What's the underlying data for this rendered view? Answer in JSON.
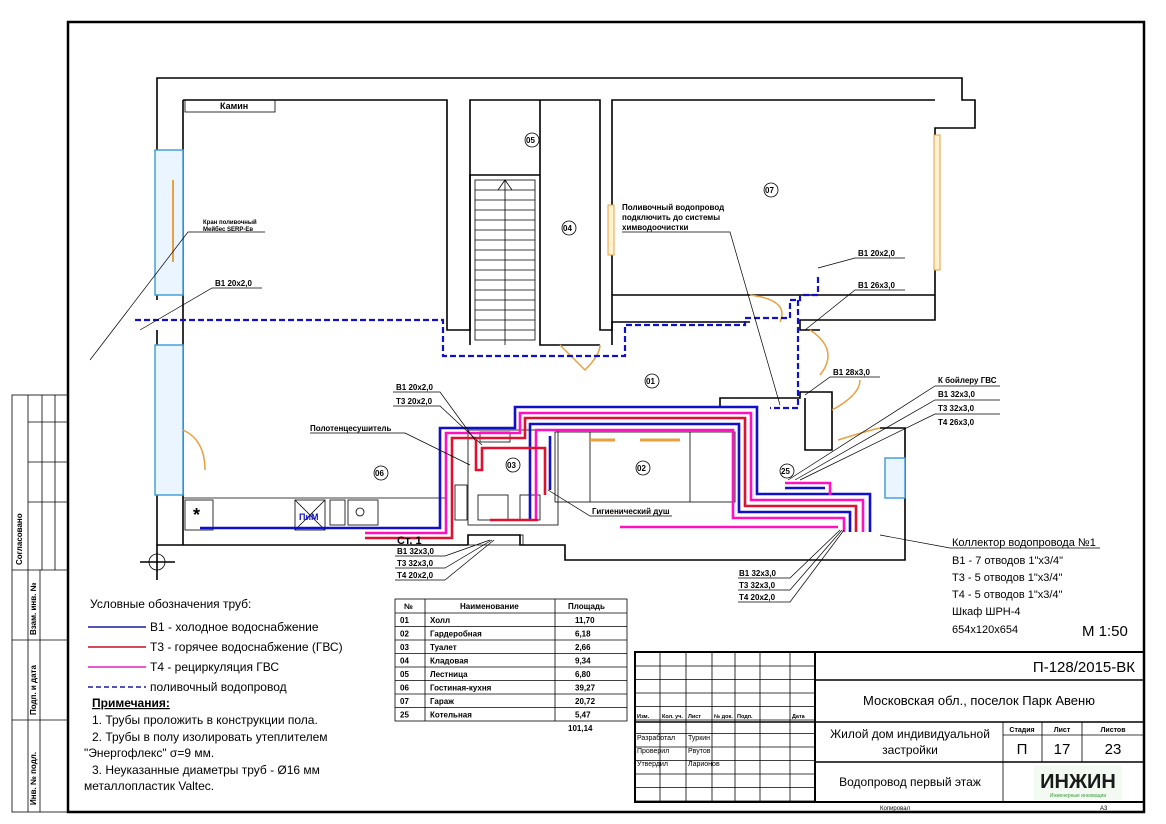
{
  "drawing": {
    "rooms": [
      "01",
      "02",
      "03",
      "04",
      "05",
      "06",
      "07",
      "25"
    ],
    "fireplace": "Камин",
    "pim": "ПиМ",
    "faucet_label": [
      "Кран поливочный",
      "Мейбес SERP-Ев"
    ],
    "irrigation_note": [
      "Поливочный водопровод",
      "подключить до системы",
      "химводоочистки"
    ],
    "labels": {
      "b1_left": "В1 20х2,0",
      "b1_garage_1": "В1 20х2,0",
      "b1_garage_2": "В1 26х3,0",
      "b1_hall": "В1 28х3,0",
      "boiler_title": "К бойлеру ГВС",
      "boiler_b1": "В1 32х3,0",
      "boiler_t3": "Т3 32х3,0",
      "boiler_t4": "Т4 26х3,0",
      "wc_b1": "В1 20х2,0",
      "wc_t3": "Т3 20х2,0",
      "towel_dryer": "Полотенцесушитель",
      "hygienic_shower": "Гигиенический душ",
      "riser": "Ст. 1",
      "riser_b1": "В1 32х3,0",
      "riser_t3": "Т3 32х3,0",
      "riser_t4": "Т4 20х2,0",
      "coll_b1": "В1 32х3,0",
      "coll_t3": "Т3 32х3,0",
      "coll_t4": "Т4 20х2,0"
    },
    "collector": {
      "title": "Коллектор водопровода №1",
      "lines": [
        "В1 - 7 отводов 1\"х3/4\"",
        "Т3 - 5 отводов 1\"х3/4\"",
        "Т4 - 5 отводов 1\"х3/4\"",
        "Шкаф ШРН-4",
        "654х120х654"
      ]
    },
    "scale": "М 1:50"
  },
  "legend": {
    "title": "Условные обозначения  труб:",
    "items": [
      {
        "label": "В1 - холодное водоснабжение",
        "color": "#1a1aa0",
        "dashed": false
      },
      {
        "label": "Т3 - горячее водоснабжение (ГВС)",
        "color": "#c01020",
        "dashed": false
      },
      {
        "label": "Т4 - рециркуляция ГВС",
        "color": "#e020c0",
        "dashed": false
      },
      {
        "label": "поливочный водопровод",
        "color": "#1a1aa0",
        "dashed": true
      }
    ],
    "notes_title": "Примечания:",
    "notes": [
      "1. Трубы проложить в конструкции пола.",
      "2. Трубы в полу изолировать утеплителем",
      "\"Энергофлекс\" σ=9 мм.",
      "3. Неуказанные диаметры труб - Ø16 мм",
      "металлопластик Valtec."
    ]
  },
  "room_table": {
    "headers": [
      "№",
      "Наименование",
      "Площадь"
    ],
    "rows": [
      [
        "01",
        "Холл",
        "11,70"
      ],
      [
        "02",
        "Гардеробная",
        "6,18"
      ],
      [
        "03",
        "Туалет",
        "2,66"
      ],
      [
        "04",
        "Кладовая",
        "9,34"
      ],
      [
        "05",
        "Лестница",
        "6,80"
      ],
      [
        "06",
        "Гостиная-кухня",
        "39,27"
      ],
      [
        "07",
        "Гараж",
        "20,72"
      ],
      [
        "25",
        "Котельная",
        "5,47"
      ]
    ],
    "total": "101,14"
  },
  "title_block": {
    "code": "П-128/2015-ВК",
    "location": "Московская обл., поселок Парк Авеню",
    "object": [
      "Жилой дом индивидуальной",
      "застройки"
    ],
    "sheet_name": "Водопровод первый этаж",
    "stage_label": "Стадия",
    "stage": "П",
    "sheet_label": "Лист",
    "sheet": "17",
    "sheets_label": "Листов",
    "sheets": "23",
    "col_headers": [
      "Изм.",
      "Кол. уч.",
      "Лист",
      "№ док.",
      "Подп.",
      "Дата"
    ],
    "roles": [
      [
        "Разработал",
        "Туркин"
      ],
      [
        "Проверил",
        "Рвутов"
      ],
      [
        "Утвердил",
        "Ларионов"
      ]
    ],
    "logo": "ИНЖИН",
    "logo_sub": "Инженерные инновации",
    "copied": "Копировал",
    "format": "А3"
  },
  "side_stamp": [
    "Согласовано",
    "Взам. инв. №",
    "Подп. и дата",
    "Инв. № подл."
  ],
  "colors": {
    "b1": "#1010c8",
    "t3": "#e01030",
    "t4": "#ff10c0",
    "wall": "#000000",
    "door": "#e8a040",
    "window": "#3a9ad8"
  }
}
